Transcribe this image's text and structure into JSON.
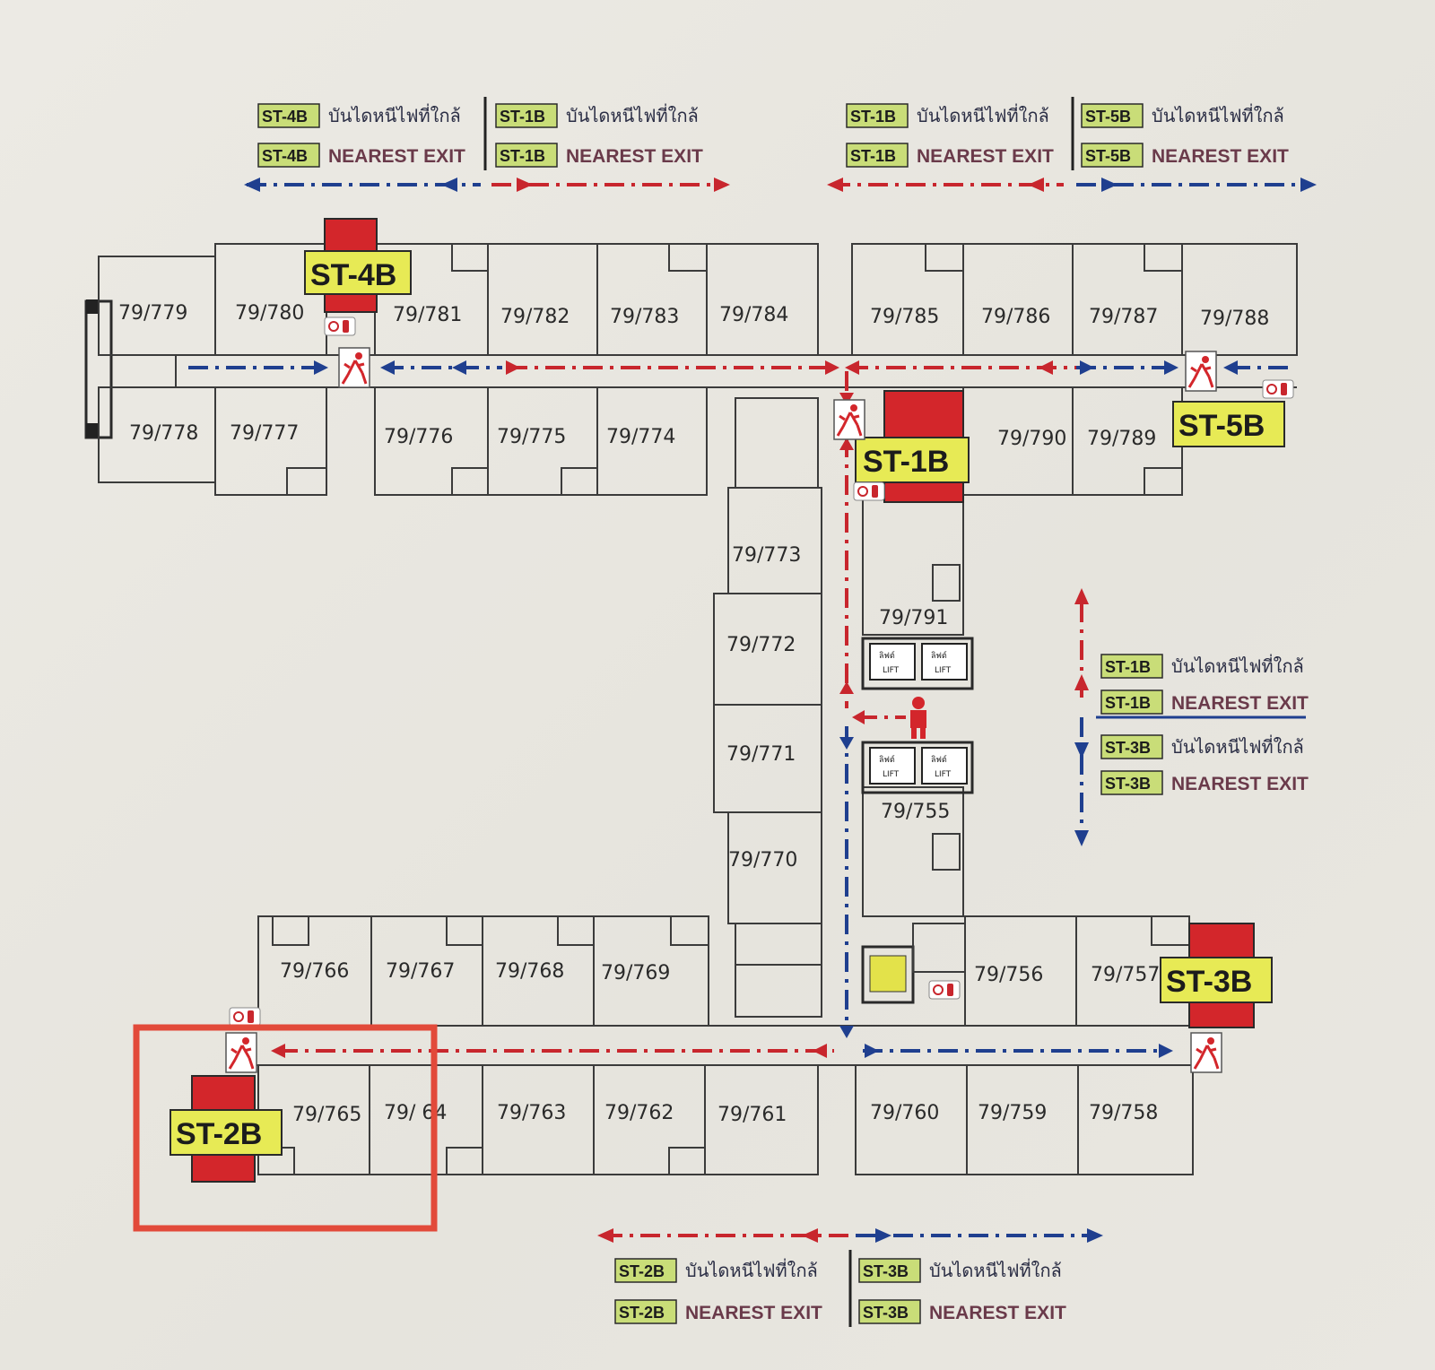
{
  "colors": {
    "stair": "#d3262b",
    "tag": "#e7ea55",
    "legend_tag": "#c9dd78",
    "route_red": "#c8262d",
    "route_blue": "#1f3f8f",
    "highlight": "#e24a3a"
  },
  "units": {
    "u779": "79/779",
    "u780": "79/780",
    "u781": "79/781",
    "u782": "79/782",
    "u783": "79/783",
    "u784": "79/784",
    "u785": "79/785",
    "u786": "79/786",
    "u787": "79/787",
    "u788": "79/788",
    "u778": "79/778",
    "u777": "79/777",
    "u776": "79/776",
    "u775": "79/775",
    "u774": "79/774",
    "u790": "79/790",
    "u789": "79/789",
    "u773": "79/773",
    "u772": "79/772",
    "u771": "79/771",
    "u770": "79/770",
    "u791": "79/791",
    "u755": "79/755",
    "u766": "79/766",
    "u767": "79/767",
    "u768": "79/768",
    "u769": "79/769",
    "u756": "79/756",
    "u757": "79/757",
    "u765": "79/765",
    "u764": "79/ 64",
    "u763": "79/763",
    "u762": "79/762",
    "u761": "79/761",
    "u760": "79/760",
    "u759": "79/759",
    "u758": "79/758"
  },
  "stairs": {
    "st4b": "ST-4B",
    "st1b": "ST-1B",
    "st5b": "ST-5B",
    "st3b": "ST-3B",
    "st2b": "ST-2B"
  },
  "legend": {
    "thai": "บันไดหนีไฟที่ใกล้",
    "english": "NEAREST EXIT",
    "top_left": [
      "ST-4B",
      "ST-1B"
    ],
    "top_right": [
      "ST-1B",
      "ST-5B"
    ],
    "right": [
      "ST-1B",
      "ST-3B"
    ],
    "bottom": [
      "ST-2B",
      "ST-3B"
    ]
  },
  "lift": {
    "th": "ลิฟต์",
    "en": "LIFT"
  },
  "icons": [
    "exit-running-man-icon",
    "fire-extinguisher-icon",
    "you-are-here-icon",
    "lift-icon"
  ]
}
